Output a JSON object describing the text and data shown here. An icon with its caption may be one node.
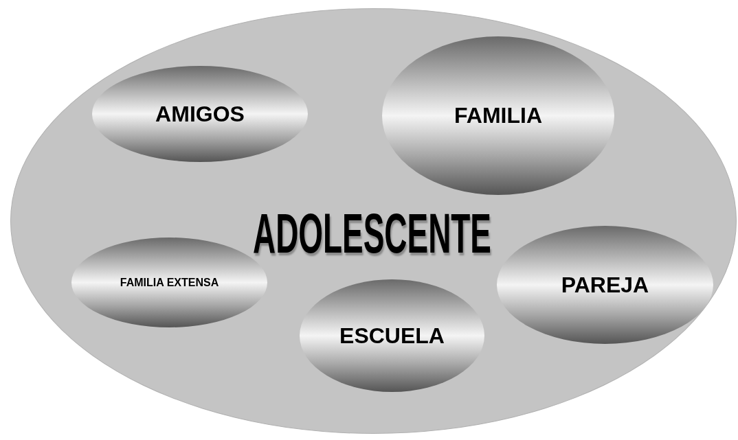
{
  "diagram": {
    "nodes": [
      {
        "text": [
          "ADOLESCENTE"
        ]
      },
      {
        "text": [
          "AMIGOS"
        ],
        "in": 0
      },
      {
        "text": [
          "FAMILIA"
        ],
        "in": 0
      },
      {
        "text": [
          "FAMILIA EXTENSA"
        ],
        "in": 0
      },
      {
        "text": [
          "ESCUELA"
        ],
        "in": 0
      },
      {
        "text": [
          "PAREJA"
        ],
        "in": 0
      }
    ]
  }
}
